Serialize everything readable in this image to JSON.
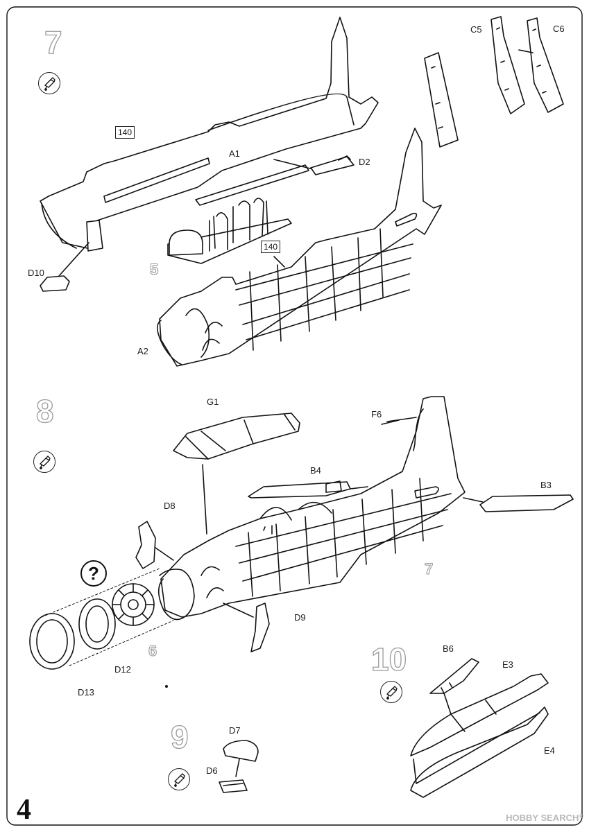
{
  "page": {
    "number": "4"
  },
  "steps": {
    "s7": "7",
    "s8": "8",
    "s10": "10",
    "s9": "9",
    "ref5": "5",
    "ref6": "6",
    "ref7": "7"
  },
  "callouts": {
    "a1": "A1",
    "a2": "A2",
    "d2": "D2",
    "d10": "D10",
    "c5": "C5",
    "c6": "C6",
    "box140a": "140",
    "box140b": "140",
    "g1": "G1",
    "f6": "F6",
    "b4": "B4",
    "b3": "B3",
    "d8": "D8",
    "d9": "D9",
    "d12": "D12",
    "d13": "D13",
    "b6": "B6",
    "e3": "E3",
    "e4": "E4",
    "d7": "D7",
    "d6": "D6"
  },
  "symbols": {
    "question": "?",
    "glue_icon": "glue-icon"
  },
  "watermark": {
    "text": "HOBBY SEARCH",
    "mark": "®"
  }
}
